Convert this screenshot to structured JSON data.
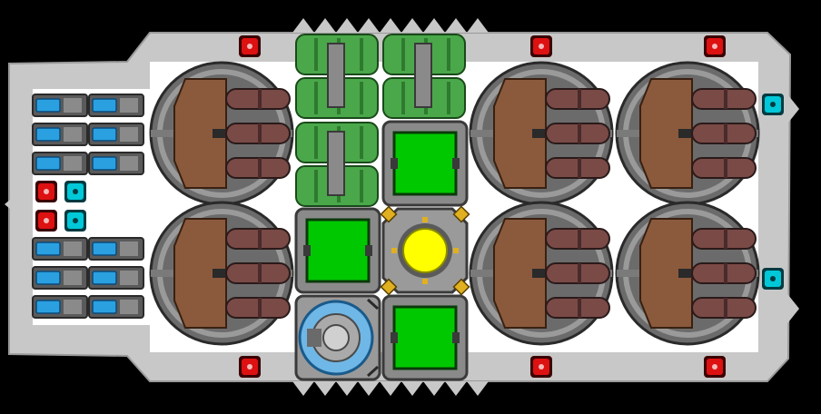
{
  "scene": {
    "kind": "top-down spaceship blueprint",
    "background_color": "#000000",
    "hull_color": "#c8c8c8",
    "deck_color": "#ffffff"
  },
  "palette": {
    "turret_housing": "#6b6b6b",
    "turret_body": "#8b5a3c",
    "barrel": "#7a4a46",
    "fuel_tank": "#4aa84a",
    "cargo_panel": "#00c800",
    "reactor_core": "#ffff00",
    "shield_blue": "#6fb7e6",
    "alarm_red": "#dd1111",
    "beacon_cyan": "#00c8d8",
    "thruster_blue": "#2aa0e0"
  },
  "modules": {
    "turrets": {
      "count": 6,
      "barrels_each": 3
    },
    "fuel_tank_banks": 3,
    "cargo_bays": 3,
    "reactor": 1,
    "shield_generator": 1,
    "thruster_pods": 12,
    "red_alarm_lights": 8,
    "cyan_beacons": 4
  },
  "icons": {
    "turret": "cannon-turret-icon",
    "fuel": "fuel-tank-icon",
    "cargo": "cargo-bay-icon",
    "reactor": "reactor-core-icon",
    "shield": "shield-generator-icon",
    "thruster": "thruster-icon",
    "alarm": "alarm-light-icon",
    "beacon": "beacon-light-icon"
  }
}
